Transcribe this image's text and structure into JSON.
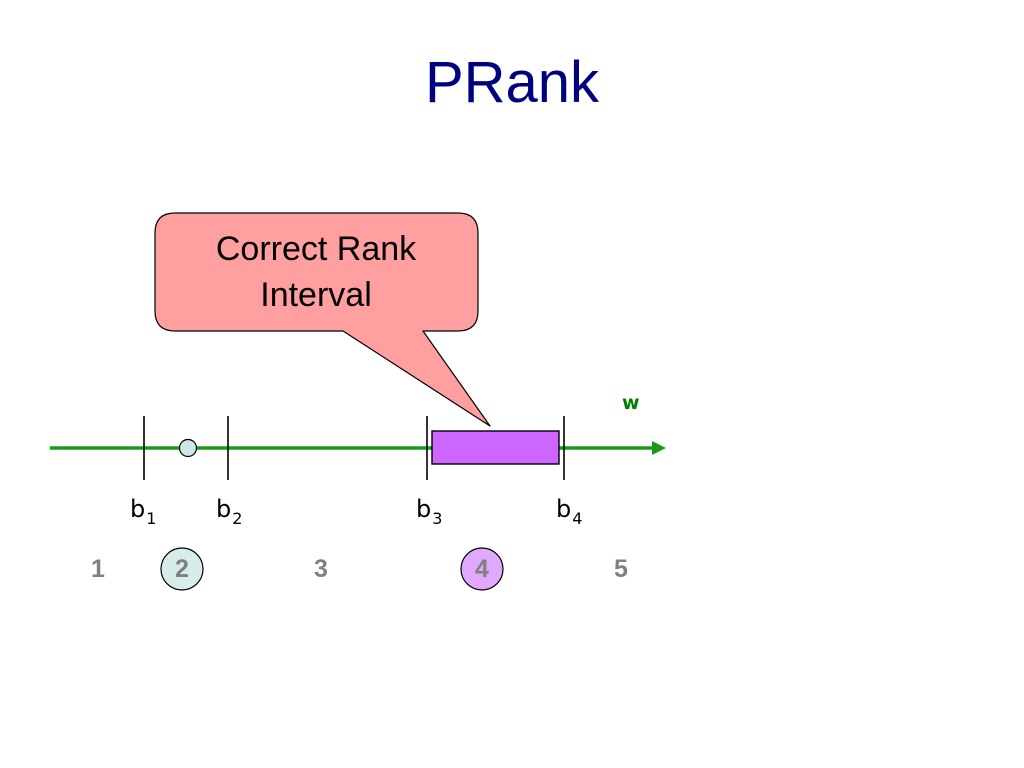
{
  "title": "PRank",
  "callout": {
    "line1": "Correct Rank",
    "line2": "Interval"
  },
  "axis": {
    "label": "w",
    "color": "#008000"
  },
  "thresholds": [
    {
      "base": "b",
      "sub": "1"
    },
    {
      "base": "b",
      "sub": "2"
    },
    {
      "base": "b",
      "sub": "3"
    },
    {
      "base": "b",
      "sub": "4"
    }
  ],
  "ranks": [
    "1",
    "2",
    "3",
    "4",
    "5"
  ],
  "highlighted": {
    "predicted_rank": "2",
    "correct_rank": "4"
  },
  "colors": {
    "title": "#000080",
    "callout_fill": "#ff9f9f",
    "interval_fill": "#cc66ff",
    "predicted_marker_fill": "#cde6e6",
    "correct_rank_fill": "#e0a8ff",
    "rank_text": "#808080"
  }
}
